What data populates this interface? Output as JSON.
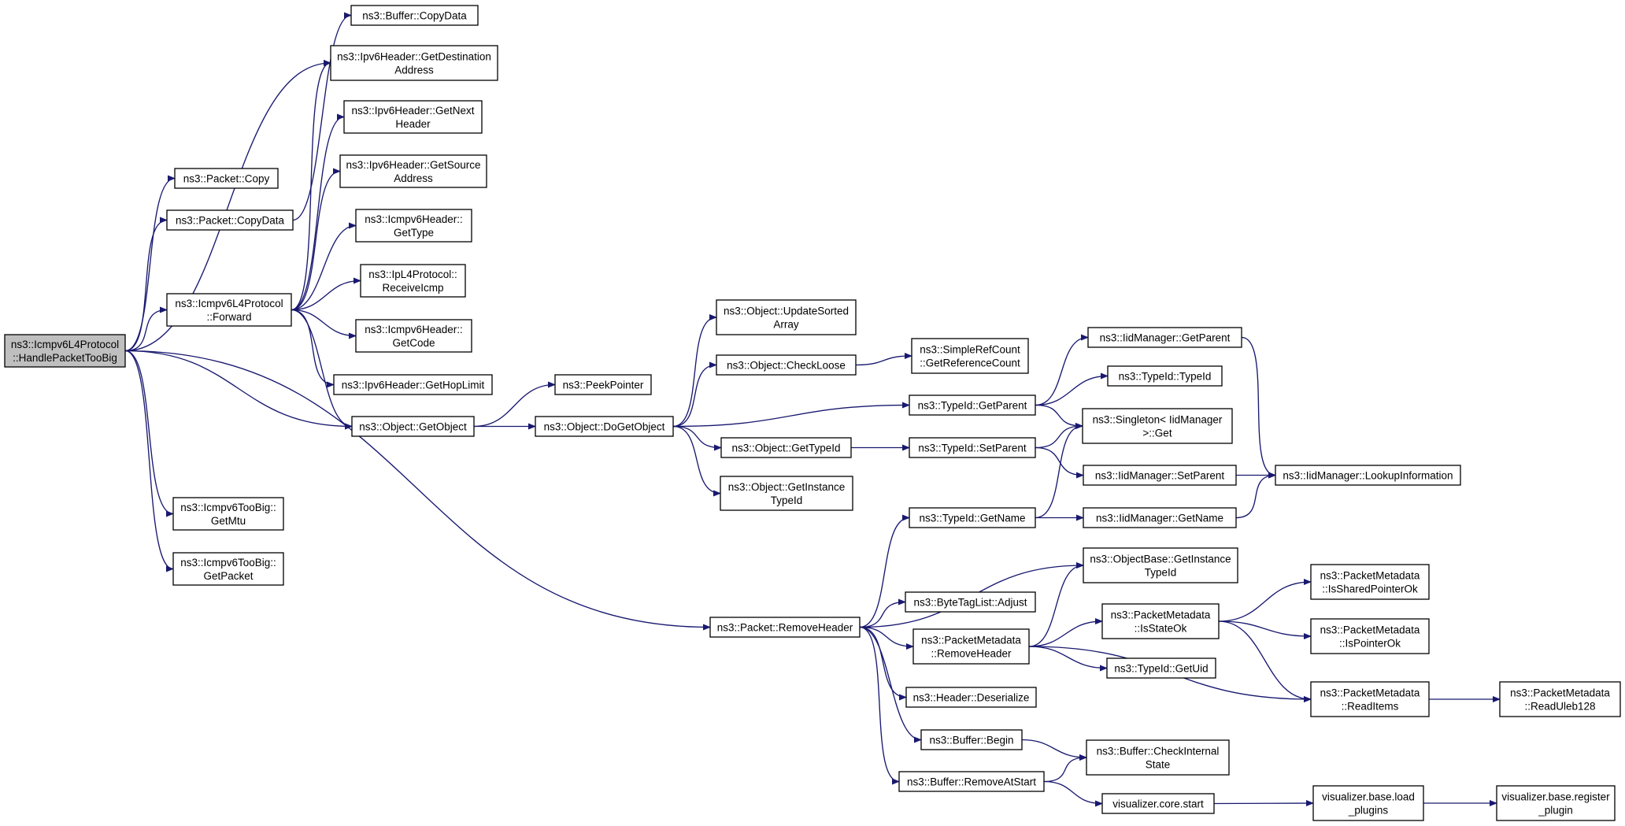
{
  "colors": {
    "edge": "#191970",
    "root_fill": "#bfbfbf",
    "node_fill": "#ffffff",
    "node_stroke": "#000000"
  },
  "nodes": [
    {
      "id": "root",
      "lines": [
        "ns3::Icmpv6L4Protocol",
        "::HandlePacketTooBig"
      ],
      "root": true
    },
    {
      "id": "pkt_copy",
      "lines": [
        "ns3::Packet::Copy"
      ]
    },
    {
      "id": "pkt_copydata",
      "lines": [
        "ns3::Packet::CopyData"
      ]
    },
    {
      "id": "fwd",
      "lines": [
        "ns3::Icmpv6L4Protocol",
        "::Forward"
      ]
    },
    {
      "id": "mtu",
      "lines": [
        "ns3::Icmpv6TooBig::",
        "GetMtu"
      ]
    },
    {
      "id": "getpacket",
      "lines": [
        "ns3::Icmpv6TooBig::",
        "GetPacket"
      ]
    },
    {
      "id": "buf_copydata",
      "lines": [
        "ns3::Buffer::CopyData"
      ]
    },
    {
      "id": "ip6_dest",
      "lines": [
        "ns3::Ipv6Header::GetDestination",
        "Address"
      ]
    },
    {
      "id": "ip6_next",
      "lines": [
        "ns3::Ipv6Header::GetNext",
        "Header"
      ]
    },
    {
      "id": "ip6_src",
      "lines": [
        "ns3::Ipv6Header::GetSource",
        "Address"
      ]
    },
    {
      "id": "icmp_type",
      "lines": [
        "ns3::Icmpv6Header::",
        "GetType"
      ]
    },
    {
      "id": "recvicmp",
      "lines": [
        "ns3::IpL4Protocol::",
        "ReceiveIcmp"
      ]
    },
    {
      "id": "icmp_code",
      "lines": [
        "ns3::Icmpv6Header::",
        "GetCode"
      ]
    },
    {
      "id": "hoplimit",
      "lines": [
        "ns3::Ipv6Header::GetHopLimit"
      ]
    },
    {
      "id": "getobject",
      "lines": [
        "ns3::Object::GetObject"
      ]
    },
    {
      "id": "peekptr",
      "lines": [
        "ns3::PeekPointer"
      ]
    },
    {
      "id": "dogetobject",
      "lines": [
        "ns3::Object::DoGetObject"
      ]
    },
    {
      "id": "updsorted",
      "lines": [
        "ns3::Object::UpdateSorted",
        "Array"
      ]
    },
    {
      "id": "checkloose",
      "lines": [
        "ns3::Object::CheckLoose"
      ]
    },
    {
      "id": "gettypeid",
      "lines": [
        "ns3::Object::GetTypeId"
      ]
    },
    {
      "id": "getinsttypeid",
      "lines": [
        "ns3::Object::GetInstance",
        "TypeId"
      ]
    },
    {
      "id": "refcount",
      "lines": [
        "ns3::SimpleRefCount",
        "::GetReferenceCount"
      ]
    },
    {
      "id": "tid_getparent",
      "lines": [
        "ns3::TypeId::GetParent"
      ]
    },
    {
      "id": "tid_setparent",
      "lines": [
        "ns3::TypeId::SetParent"
      ]
    },
    {
      "id": "tid_getname",
      "lines": [
        "ns3::TypeId::GetName"
      ]
    },
    {
      "id": "iid_getparent",
      "lines": [
        "ns3::IidManager::GetParent"
      ]
    },
    {
      "id": "tid_typeid",
      "lines": [
        "ns3::TypeId::TypeId"
      ]
    },
    {
      "id": "singleton",
      "lines": [
        "ns3::Singleton< IidManager",
        ">::Get"
      ]
    },
    {
      "id": "iid_setparent",
      "lines": [
        "ns3::IidManager::SetParent"
      ]
    },
    {
      "id": "iid_getname",
      "lines": [
        "ns3::IidManager::GetName"
      ]
    },
    {
      "id": "iid_lookup",
      "lines": [
        "ns3::IidManager::LookupInformation"
      ]
    },
    {
      "id": "pkt_removeheader",
      "lines": [
        "ns3::Packet::RemoveHeader"
      ]
    },
    {
      "id": "objbase_getinst",
      "lines": [
        "ns3::ObjectBase::GetInstance",
        "TypeId"
      ]
    },
    {
      "id": "btl_adjust",
      "lines": [
        "ns3::ByteTagList::Adjust"
      ]
    },
    {
      "id": "pm_removeheader",
      "lines": [
        "ns3::PacketMetadata",
        "::RemoveHeader"
      ]
    },
    {
      "id": "hdr_deser",
      "lines": [
        "ns3::Header::Deserialize"
      ]
    },
    {
      "id": "buf_begin",
      "lines": [
        "ns3::Buffer::Begin"
      ]
    },
    {
      "id": "buf_removeatstart",
      "lines": [
        "ns3::Buffer::RemoveAtStart"
      ]
    },
    {
      "id": "pm_isstateok",
      "lines": [
        "ns3::PacketMetadata",
        "::IsStateOk"
      ]
    },
    {
      "id": "tid_getuid",
      "lines": [
        "ns3::TypeId::GetUid"
      ]
    },
    {
      "id": "buf_checkinternal",
      "lines": [
        "ns3::Buffer::CheckInternal",
        "State"
      ]
    },
    {
      "id": "viz_core_start",
      "lines": [
        "visualizer.core.start"
      ]
    },
    {
      "id": "pm_issharedptr",
      "lines": [
        "ns3::PacketMetadata",
        "::IsSharedPointerOk"
      ]
    },
    {
      "id": "pm_isptrok",
      "lines": [
        "ns3::PacketMetadata",
        "::IsPointerOk"
      ]
    },
    {
      "id": "pm_readitems",
      "lines": [
        "ns3::PacketMetadata",
        "::ReadItems"
      ]
    },
    {
      "id": "pm_readuleb",
      "lines": [
        "ns3::PacketMetadata",
        "::ReadUleb128"
      ]
    },
    {
      "id": "viz_load",
      "lines": [
        "visualizer.base.load",
        "_plugins"
      ]
    },
    {
      "id": "viz_register",
      "lines": [
        "visualizer.base.register",
        "_plugin"
      ]
    }
  ],
  "edges": [
    [
      "root",
      "pkt_copy"
    ],
    [
      "root",
      "pkt_copydata"
    ],
    [
      "root",
      "ip6_dest"
    ],
    [
      "root",
      "fwd"
    ],
    [
      "root",
      "getobject"
    ],
    [
      "root",
      "pkt_removeheader"
    ],
    [
      "root",
      "mtu"
    ],
    [
      "root",
      "getpacket"
    ],
    [
      "pkt_copydata",
      "buf_copydata"
    ],
    [
      "fwd",
      "ip6_dest"
    ],
    [
      "fwd",
      "ip6_next"
    ],
    [
      "fwd",
      "ip6_src"
    ],
    [
      "fwd",
      "icmp_type"
    ],
    [
      "fwd",
      "recvicmp"
    ],
    [
      "fwd",
      "icmp_code"
    ],
    [
      "fwd",
      "hoplimit"
    ],
    [
      "fwd",
      "getobject"
    ],
    [
      "getobject",
      "peekptr"
    ],
    [
      "getobject",
      "dogetobject"
    ],
    [
      "dogetobject",
      "updsorted"
    ],
    [
      "dogetobject",
      "checkloose"
    ],
    [
      "dogetobject",
      "tid_getparent"
    ],
    [
      "dogetobject",
      "gettypeid"
    ],
    [
      "dogetobject",
      "getinsttypeid"
    ],
    [
      "checkloose",
      "refcount"
    ],
    [
      "gettypeid",
      "tid_setparent"
    ],
    [
      "tid_getparent",
      "iid_getparent"
    ],
    [
      "tid_getparent",
      "tid_typeid"
    ],
    [
      "tid_getparent",
      "singleton"
    ],
    [
      "tid_setparent",
      "singleton"
    ],
    [
      "tid_setparent",
      "iid_setparent"
    ],
    [
      "iid_getparent",
      "iid_lookup"
    ],
    [
      "iid_setparent",
      "iid_lookup"
    ],
    [
      "tid_getname",
      "singleton"
    ],
    [
      "tid_getname",
      "iid_getname"
    ],
    [
      "iid_getname",
      "iid_lookup"
    ],
    [
      "pkt_removeheader",
      "tid_getname"
    ],
    [
      "pkt_removeheader",
      "objbase_getinst"
    ],
    [
      "pkt_removeheader",
      "btl_adjust"
    ],
    [
      "pkt_removeheader",
      "pm_removeheader"
    ],
    [
      "pkt_removeheader",
      "hdr_deser"
    ],
    [
      "pkt_removeheader",
      "buf_begin"
    ],
    [
      "pkt_removeheader",
      "buf_removeatstart"
    ],
    [
      "pm_removeheader",
      "objbase_getinst"
    ],
    [
      "pm_removeheader",
      "pm_isstateok"
    ],
    [
      "pm_removeheader",
      "tid_getuid"
    ],
    [
      "pm_removeheader",
      "pm_readitems"
    ],
    [
      "pm_isstateok",
      "pm_issharedptr"
    ],
    [
      "pm_isstateok",
      "pm_isptrok"
    ],
    [
      "pm_isstateok",
      "pm_readitems"
    ],
    [
      "pm_readitems",
      "pm_readuleb"
    ],
    [
      "buf_begin",
      "buf_checkinternal"
    ],
    [
      "buf_removeatstart",
      "buf_checkinternal"
    ],
    [
      "buf_removeatstart",
      "viz_core_start"
    ],
    [
      "viz_core_start",
      "viz_load"
    ],
    [
      "viz_load",
      "viz_register"
    ]
  ]
}
